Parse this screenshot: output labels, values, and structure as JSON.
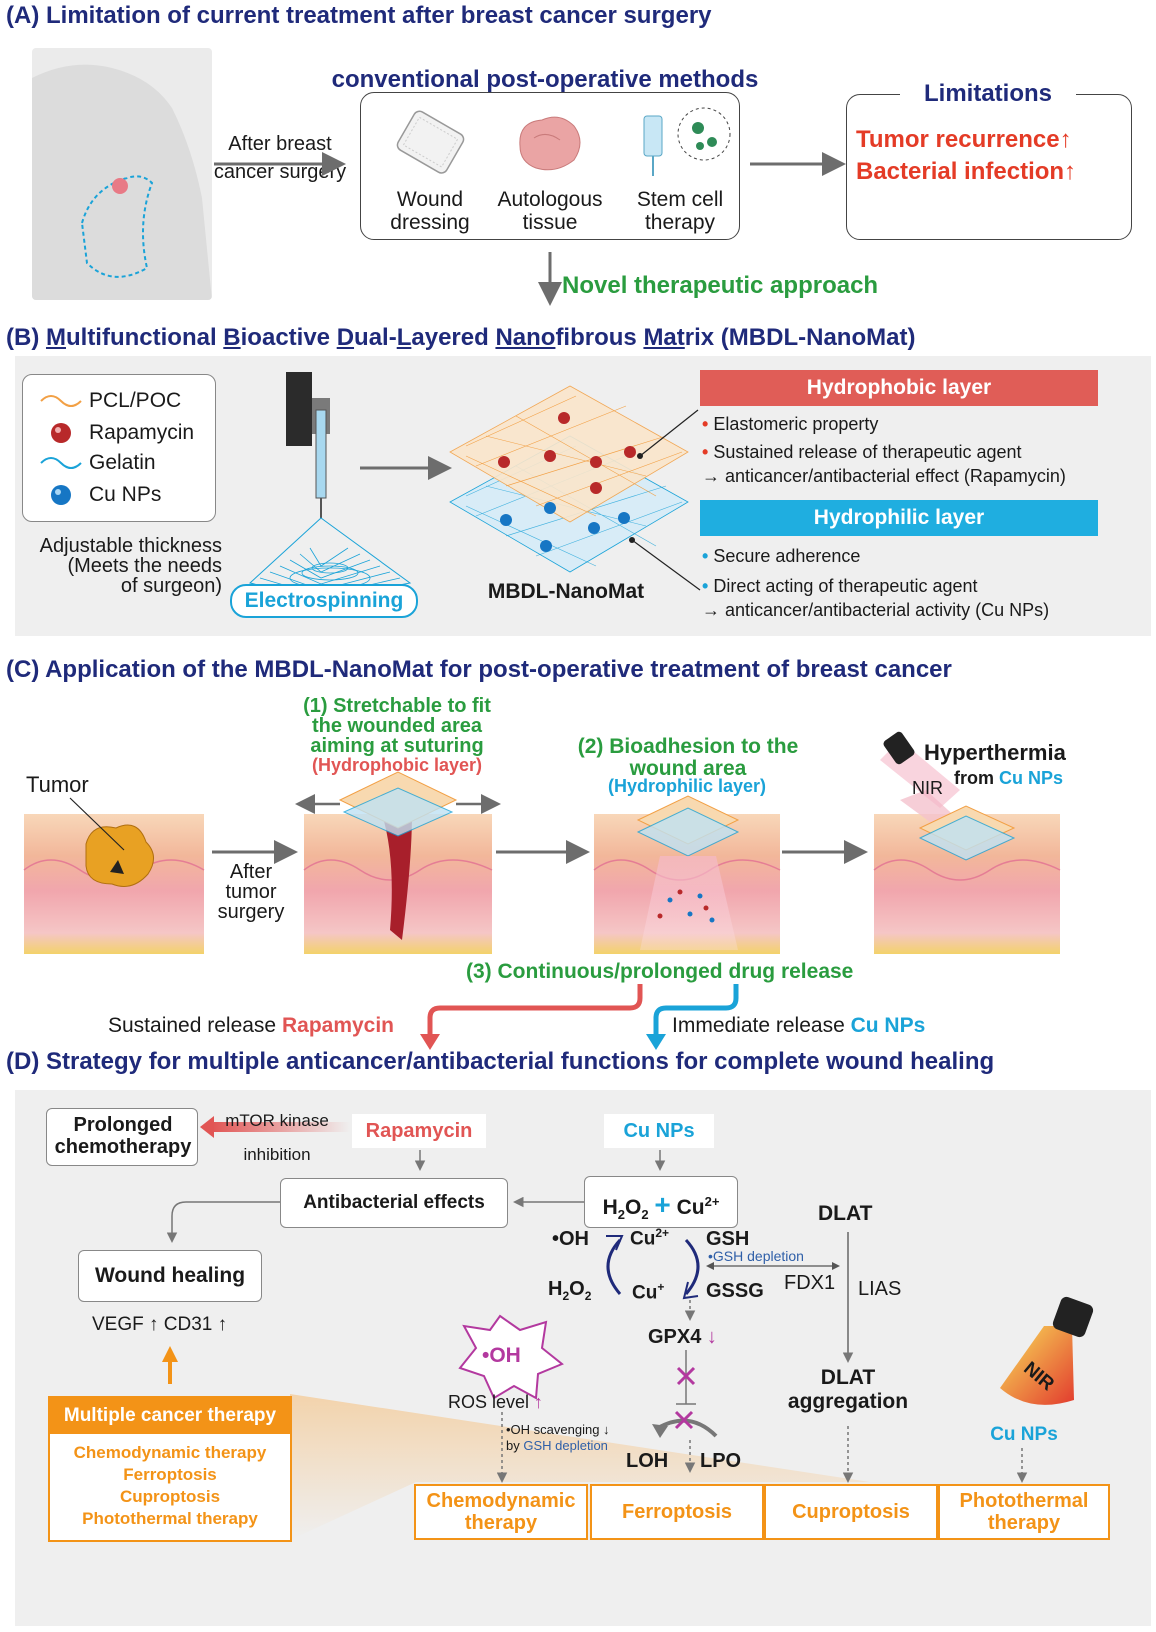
{
  "colors": {
    "navy": "#1f2a7a",
    "red": "#e43b26",
    "green": "#2a9c3f",
    "blue": "#1aa3d8",
    "orange": "#f39317",
    "pink": "#b3399f"
  },
  "sectionA": {
    "title": "(A) Limitation of current treatment after breast cancer surgery",
    "after_surgery": [
      "After breast",
      "cancer surgery"
    ],
    "conv_title": "conventional post-operative methods",
    "methods": [
      {
        "line1": "Wound",
        "line2": "dressing",
        "icon": "wound-dressing-icon"
      },
      {
        "line1": "Autologous",
        "line2": "tissue",
        "icon": "autologous-tissue-icon"
      },
      {
        "line1": "Stem cell",
        "line2": "therapy",
        "icon": "stem-cell-therapy-icon"
      }
    ],
    "limitations_title": "Limitations",
    "limitations": [
      "Tumor recurrence↑",
      "Bacterial infection↑"
    ],
    "novel": "Novel therapeutic approach"
  },
  "sectionB": {
    "title_parts": [
      {
        "t": "(B) ",
        "u": false
      },
      {
        "t": "M",
        "u": true
      },
      {
        "t": "ultifunctional ",
        "u": false
      },
      {
        "t": "B",
        "u": true
      },
      {
        "t": "ioactive ",
        "u": false
      },
      {
        "t": "D",
        "u": true
      },
      {
        "t": "ual-",
        "u": false
      },
      {
        "t": "L",
        "u": true
      },
      {
        "t": "ayered ",
        "u": false
      },
      {
        "t": "Nano",
        "u": true
      },
      {
        "t": "fibrous ",
        "u": false
      },
      {
        "t": "Mat",
        "u": true
      },
      {
        "t": "rix (MBDL-NanoMat)",
        "u": false
      }
    ],
    "legend": [
      "PCL/POC",
      "Rapamycin",
      "Gelatin",
      "Cu NPs"
    ],
    "adjustable": [
      "Adjustable thickness",
      "(Meets the needs",
      "of surgeon)"
    ],
    "electrospinning": "Electrospinning",
    "mat_label": "MBDL-NanoMat",
    "hydrophobic": {
      "title": "Hydrophobic layer",
      "items": [
        "Elastomeric property",
        "Sustained release of therapeutic agent"
      ],
      "arrow_item": "anticancer/antibacterial effect (Rapamycin)"
    },
    "hydrophilic": {
      "title": "Hydrophilic layer",
      "items": [
        "Secure adherence",
        "Direct acting of therapeutic agent"
      ],
      "arrow_item": "anticancer/antibacterial activity (Cu NPs)"
    }
  },
  "sectionC": {
    "title": "(C) Application of the MBDL-NanoMat for post-operative treatment of breast cancer",
    "tumor": "Tumor",
    "after_tumor": [
      "After",
      "tumor",
      "surgery"
    ],
    "step1": [
      "(1) Stretchable to fit",
      "the wounded area",
      "aiming at suturing"
    ],
    "step1_sub": "(Hydrophobic layer)",
    "step2": [
      "(2) Bioadhesion to the",
      "wound area"
    ],
    "step2_sub": "(Hydrophilic layer)",
    "hyperthermia": "Hyperthermia",
    "from": "from",
    "cu_nps": "Cu NPs",
    "nir": "NIR",
    "step3": "(3) Continuous/prolonged drug release",
    "sustained": "Sustained release",
    "rapamycin": "Rapamycin",
    "immediate": "Immediate release"
  },
  "sectionD": {
    "title": "(D) Strategy for multiple anticancer/antibacterial functions for complete wound healing",
    "prolonged": [
      "Prolonged",
      "chemotherapy"
    ],
    "mtor": [
      "mTOR kinase",
      "inhibition"
    ],
    "rapamycin": "Rapamycin",
    "cu_nps": "Cu NPs",
    "antibacterial": "Antibacterial effects",
    "h2o2_cu": {
      "a": "H",
      "a_sub": "2",
      "b": "O",
      "b_sub": "2",
      "plus": "+",
      "c": "Cu",
      "c_sup": "2+"
    },
    "wound_healing": "Wound healing",
    "vegf": "VEGF",
    "cd31": "CD31",
    "oh_radical": "•OH",
    "cu2": "Cu",
    "cu2_sup": "2+",
    "cu1": "Cu",
    "cu1_sup": "+",
    "gsh": "GSH",
    "gssg": "GSSG",
    "gsh_depletion": "•GSH depletion",
    "h2o2_left": {
      "a": "H",
      "a_sub": "2",
      "b": "O",
      "b_sub": "2"
    },
    "dlat": "DLAT",
    "fdx1": "FDX1",
    "lias": "LIAS",
    "dlat_agg": [
      "DLAT",
      "aggregation"
    ],
    "gpx4": "GPX4",
    "oh_star": "•OH",
    "ros": "ROS level",
    "oh_scav": "•OH scavenging",
    "by": "by",
    "gsh_dep2": "GSH depletion",
    "loh": "LOH",
    "lpo": "LPO",
    "nir": "NIR",
    "multiple": "Multiple cancer therapy",
    "therapies": [
      "Chemodynamic therapy",
      "Ferroptosis",
      "Cuproptosis",
      "Photothermal therapy"
    ],
    "bottom": [
      [
        "Chemodynamic",
        "therapy"
      ],
      [
        "Ferroptosis"
      ],
      [
        "Cuproptosis"
      ],
      [
        "Photothermal",
        "therapy"
      ]
    ]
  }
}
